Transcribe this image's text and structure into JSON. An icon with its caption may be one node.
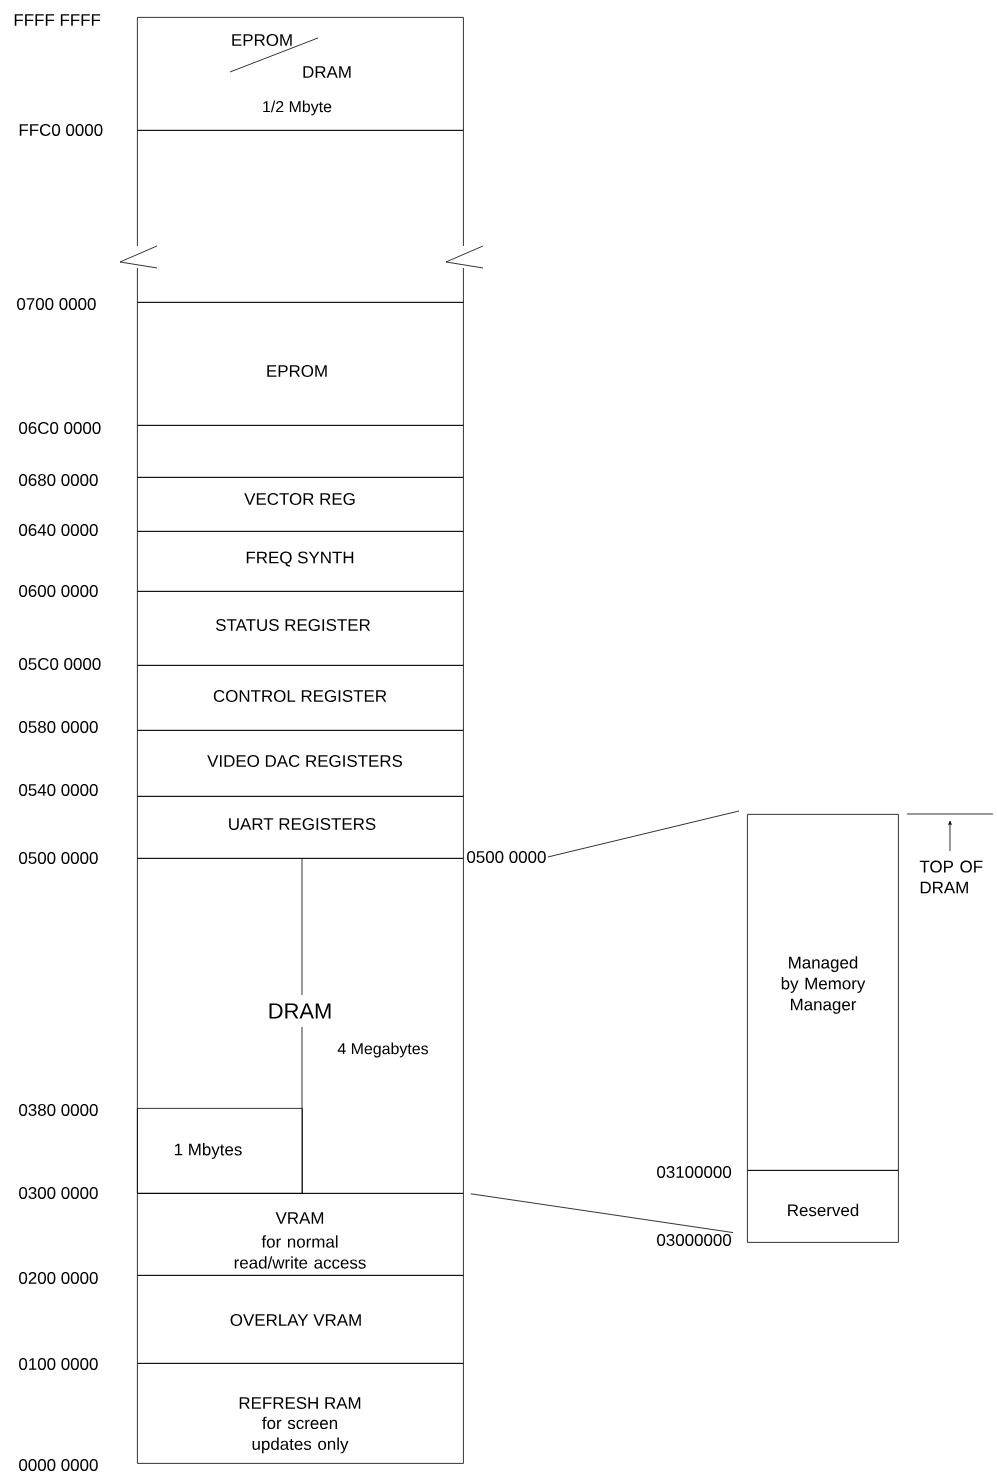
{
  "diagram": {
    "nodes": [
      {
        "text": [
          "EPROM",
          "DRAM",
          "1/2 Mbyte"
        ]
      },
      {
        "text": [],
        "shape": "box"
      },
      {
        "text": [
          "EPROM"
        ]
      },
      {
        "text": [],
        "shape": "box"
      },
      {
        "text": [
          "VECTOR REG"
        ]
      },
      {
        "text": [
          "FREQ SYNTH"
        ]
      },
      {
        "text": [
          "STATUS REGISTER"
        ]
      },
      {
        "text": [
          "CONTROL REGISTER"
        ]
      },
      {
        "text": [
          "VIDEO DAC REGISTERS"
        ]
      },
      {
        "text": [
          "UART REGISTERS"
        ]
      },
      {
        "text": [
          "DRAM"
        ]
      },
      {
        "text": [
          "4 Megabytes"
        ],
        "in": 10
      },
      {
        "text": [
          "1 Mbytes"
        ],
        "in": 10
      },
      {
        "text": [
          "VRAM",
          "for normal read/write access"
        ]
      },
      {
        "text": [
          "OVERLAY VRAM"
        ]
      },
      {
        "text": [
          "REFRESH RAM",
          "for screen updates only"
        ]
      },
      {
        "text": [
          "Managed by Memory Manager"
        ]
      },
      {
        "text": [
          "Reserved"
        ]
      },
      {
        "text": [
          "0500 0000"
        ]
      },
      {
        "text": [
          "03000000"
        ]
      }
    ],
    "edges": [
      {
        "from": 18,
        "to": 16,
        "arrow": "none"
      },
      {
        "from": 10,
        "to": 19,
        "arrow": "none"
      }
    ],
    "labels": [
      "FFFF FFFF",
      "FFC0 0000",
      "0700 0000",
      "06C0 0000",
      "0680 0000",
      "0640 0000",
      "0600 0000",
      "05C0 0000",
      "0580 0000",
      "0540 0000",
      "0500 0000",
      "TOP OF DRAM",
      "0380 0000",
      "03100000",
      "0300 0000",
      "0200 0000",
      "0100 0000",
      "0000 0000"
    ]
  }
}
